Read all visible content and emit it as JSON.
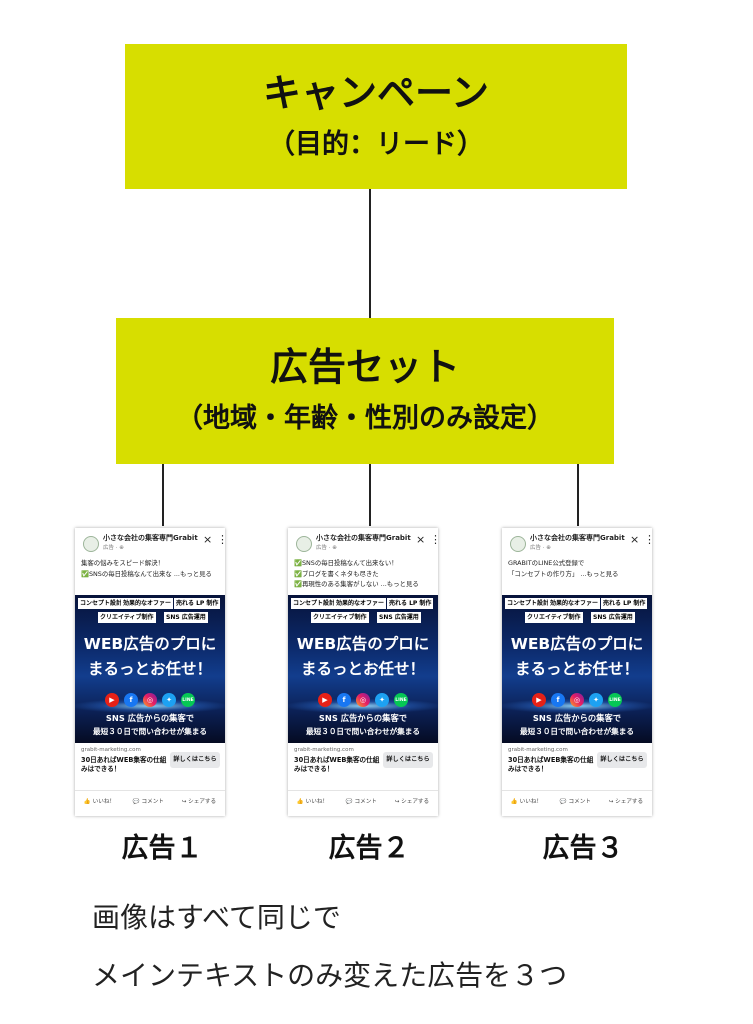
{
  "campaign": {
    "title": "キャンペーン",
    "subtitle": "（目的：リード）"
  },
  "adset": {
    "title": "広告セット",
    "subtitle": "（地域・年齢・性別のみ設定）"
  },
  "common": {
    "page_name": "小さな会社の集客専門Grabit",
    "sponsored": "広告 · ⊕",
    "close": "×",
    "more": "⋮",
    "tags_row1": [
      "コンセプト設計",
      "効果的なオファー",
      "売れる LP 制作"
    ],
    "tags_row2": [
      "クリエイティブ制作",
      "SNS 広告運用"
    ],
    "headline1": "WEB広告のプロに",
    "headline2": "まるっとお任せ！",
    "icons": [
      "youtube-icon",
      "facebook-icon",
      "instagram-icon",
      "twitter-icon",
      "line-icon"
    ],
    "icon_glyphs": [
      "▶",
      "f",
      "◎",
      "✦",
      "LINE"
    ],
    "sub1": "SNS 広告からの集客で",
    "sub2": "最短３０日で問い合わせが集まる",
    "link": "grabit-marketing.com",
    "link_head": "30日あればWEB集客の仕組みはできる！",
    "cta": "詳しくはこちら",
    "like": "いいね！",
    "comment": "コメント",
    "share": "シェアする"
  },
  "ads": [
    {
      "label": "広告１",
      "text_lines": [
        "集客の悩みをスピード解決！",
        "",
        "✅SNSの毎日投稿なんて出来な ...もっと見る"
      ]
    },
    {
      "label": "広告２",
      "text_lines": [
        "✅SNSの毎日投稿なんて出来ない！",
        "✅ブログを書くネタも尽きた",
        "✅再現性のある集客がしない ...もっと見る"
      ]
    },
    {
      "label": "広告３",
      "text_lines": [
        "GRABITのLINE公式登録で",
        "",
        "「コンセプトの作り方」 ...もっと見る"
      ]
    }
  ],
  "footer": {
    "line1": "画像はすべて同じで",
    "line2": "メインテキストのみ変えた広告を３つ"
  },
  "colors": {
    "box": "#d7de00",
    "creative_bg": "#0c2a6b"
  }
}
